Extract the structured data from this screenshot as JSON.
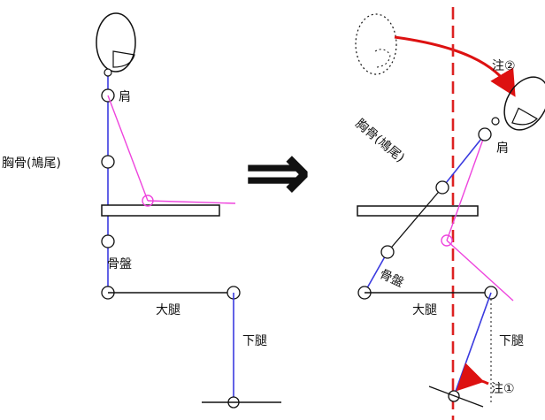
{
  "left_figure": {
    "labels": {
      "shoulder": "肩",
      "sternum": "胸骨(鳩尾)",
      "pelvis": "骨盤",
      "thigh": "大腿",
      "lower_leg": "下腿"
    }
  },
  "arrow": {
    "symbol": "⇒"
  },
  "right_figure": {
    "labels": {
      "shoulder": "肩",
      "sternum": "胸骨(鳩尾)",
      "pelvis": "骨盤",
      "thigh": "大腿",
      "lower_leg": "下腿",
      "note2": "注②",
      "note1": "注①"
    }
  },
  "colors": {
    "spine": "#3a3adf",
    "arm": "#ee44dd",
    "bone": "#111111",
    "balance_line": "#dd2222",
    "note_arrow": "#dd1111"
  }
}
